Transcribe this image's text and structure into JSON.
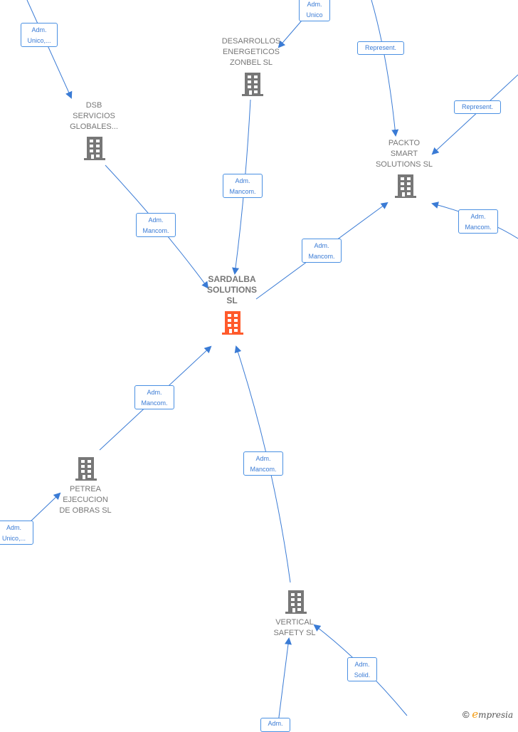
{
  "colors": {
    "edge": "#3a7bd5",
    "node_text": "#777777",
    "building": "#777777",
    "main_building": "#ff5a2b"
  },
  "nodes": [
    {
      "id": "sardalba",
      "name": "SARDALBA\nSOLUTIONS\nSL",
      "main": true
    },
    {
      "id": "dsb",
      "name": "DSB\nSERVICIOS\nGLOBALES..."
    },
    {
      "id": "desarrollos",
      "name": "DESARROLLOS\nENERGETICOS\nZONBEL  SL"
    },
    {
      "id": "packto",
      "name": "PACKTO\nSMART\nSOLUTIONS  SL"
    },
    {
      "id": "petrea",
      "name": "PETREA\nEJECUCION\nDE OBRAS SL"
    },
    {
      "id": "vertical",
      "name": "VERTICAL\nSAFETY  SL"
    }
  ],
  "edge_labels": [
    {
      "id": "l1",
      "text": "Adm.\nUnico,..."
    },
    {
      "id": "l2",
      "text": "Adm.\nUnico"
    },
    {
      "id": "l3",
      "text": "Represent."
    },
    {
      "id": "l4",
      "text": "Represent."
    },
    {
      "id": "l5",
      "text": "Adm.\nMancom."
    },
    {
      "id": "l6",
      "text": "Adm.\nMancom."
    },
    {
      "id": "l7",
      "text": "Adm.\nMancom."
    },
    {
      "id": "l8",
      "text": "Adm.\nMancom."
    },
    {
      "id": "l9",
      "text": "Adm.\nMancom."
    },
    {
      "id": "l10",
      "text": "Adm.\nMancom."
    },
    {
      "id": "l11",
      "text": "Adm.\nUnico,..."
    },
    {
      "id": "l12",
      "text": "Adm.\nSolid."
    },
    {
      "id": "l13",
      "text": "Adm."
    }
  ],
  "footer": {
    "copyright": "©",
    "brand_e": "e",
    "brand_rest": "mpresia"
  }
}
